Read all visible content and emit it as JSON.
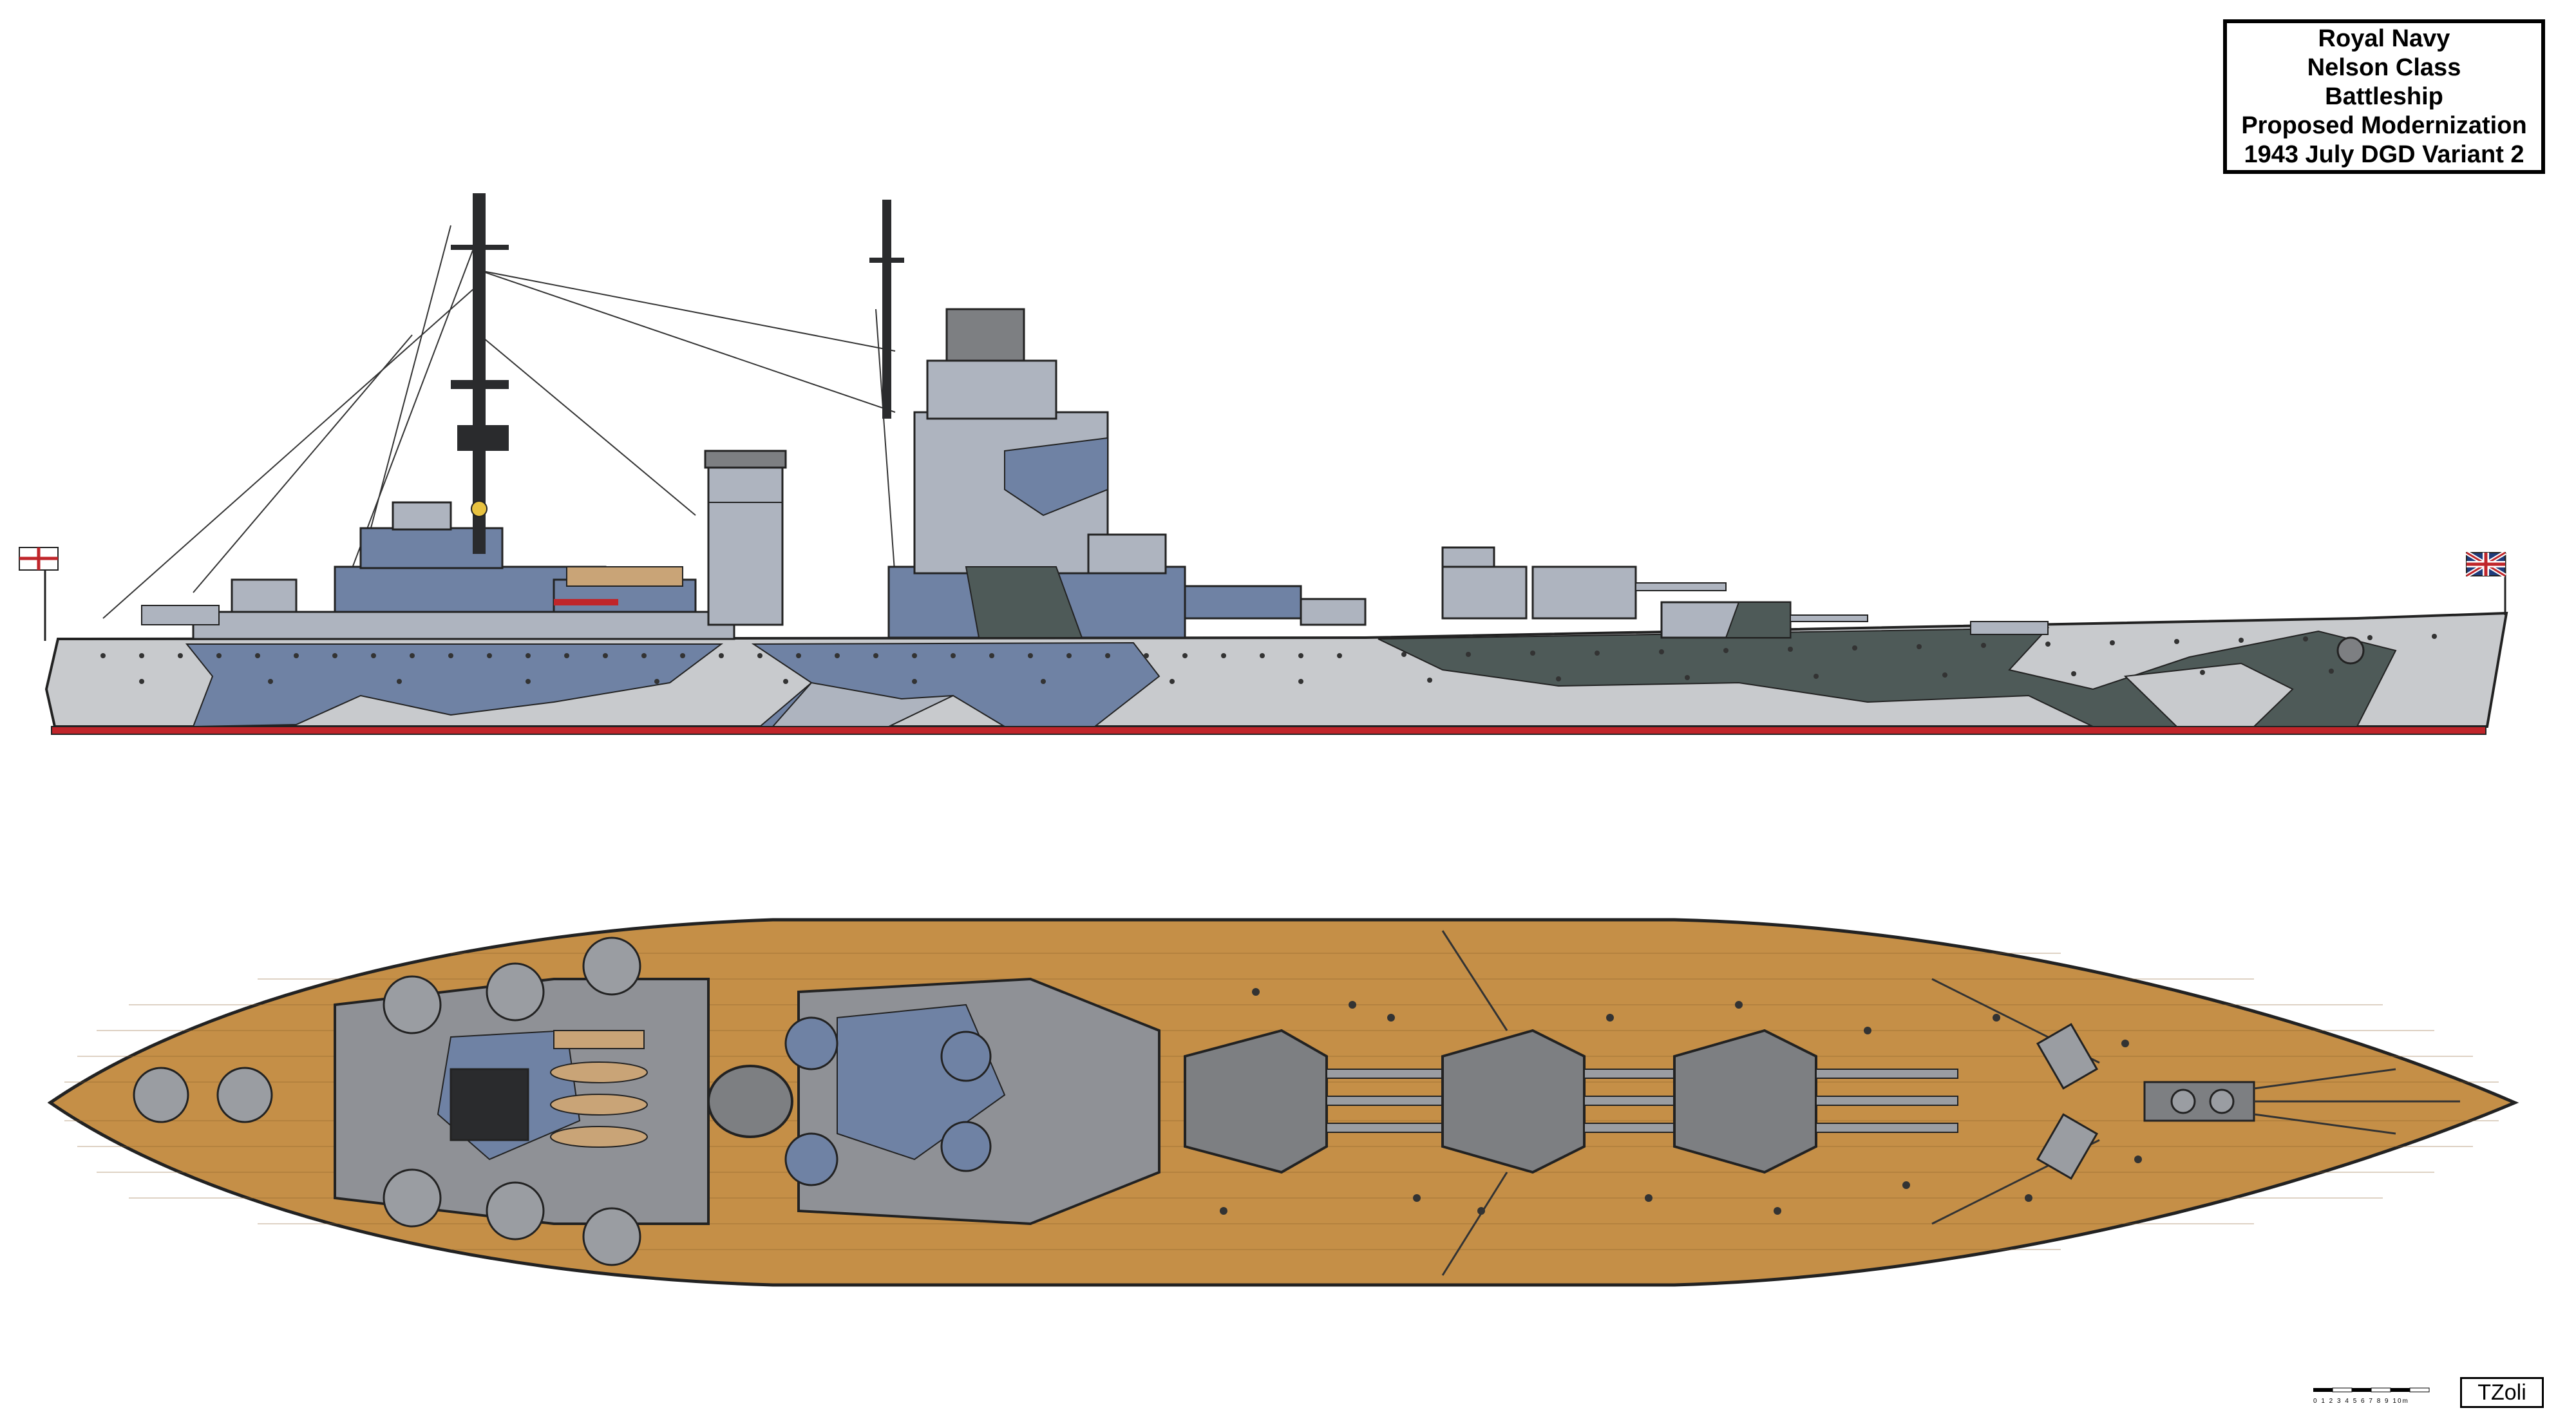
{
  "title_block": {
    "lines": [
      "Royal Navy",
      "Nelson Class",
      "Battleship",
      "Proposed Modernization",
      "1943 July DGD Variant 2"
    ]
  },
  "scale_bar": {
    "labels": "0 1 2 3 4 5 6 7 8 9 10m"
  },
  "signature": "TZoli",
  "colors": {
    "hull_light": "#c8cacd",
    "camo_blue": "#6f82a4",
    "camo_dark": "#4e5a58",
    "camo_pale": "#aeb4bf",
    "boot_top": "#c0252a",
    "deck_wood": "#c58f47",
    "turret_grey": "#7d7f82",
    "superstructure_grey": "#9a9da2"
  },
  "icons": {
    "stern_flag": "white-ensign-icon",
    "bow_flag": "union-jack-icon"
  }
}
